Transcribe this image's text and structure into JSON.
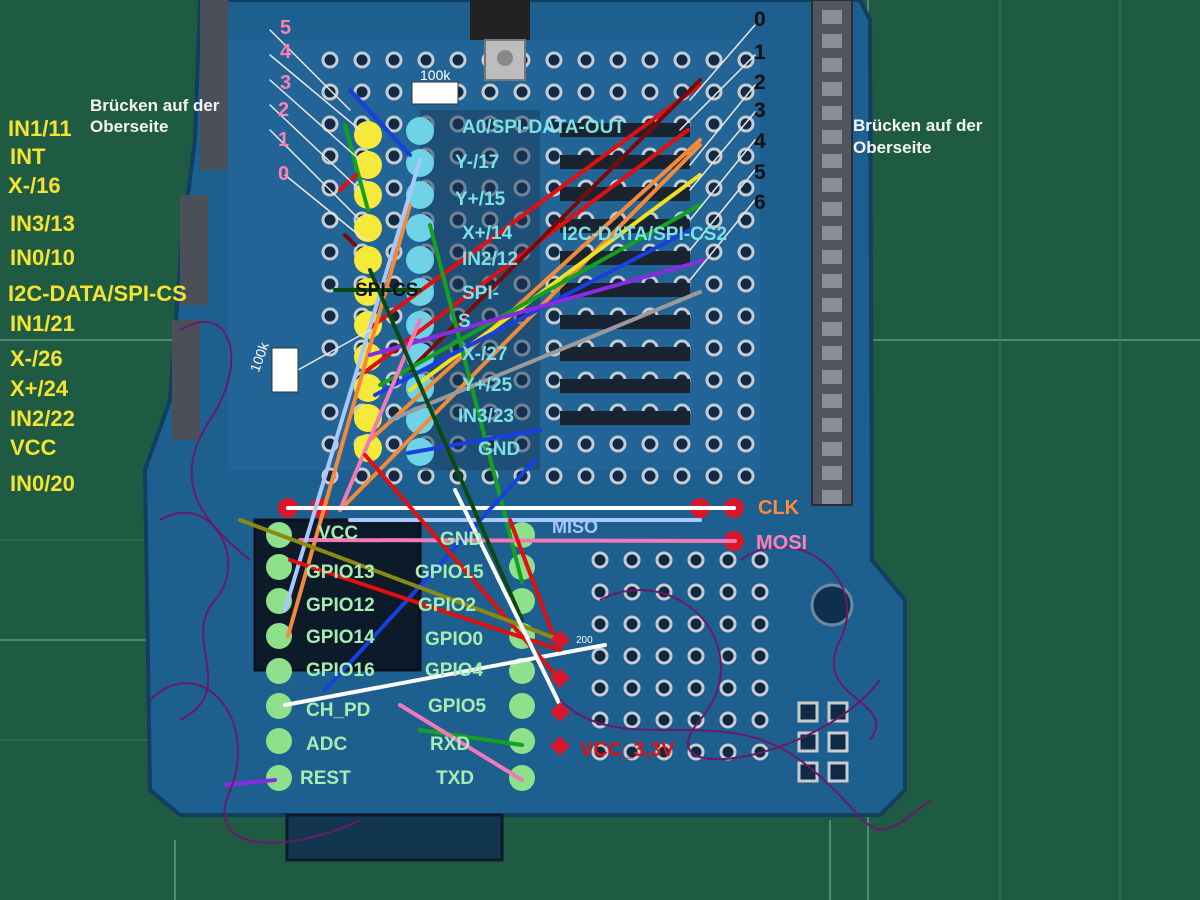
{
  "notes": {
    "left_bridge_line1": "Brücken auf der",
    "left_bridge_line2": "Oberseite",
    "right_bridge_line1": "Brücken auf der",
    "right_bridge_line2": "Oberseite"
  },
  "left_signals": [
    "IN1/11",
    "INT",
    "X-/16",
    "IN3/13",
    "IN0/10",
    "I2C-DATA/SPI-CS",
    "IN1/21",
    "X-/26",
    "X+/24",
    "IN2/22",
    "VCC",
    "IN0/20"
  ],
  "upper_header_labels": [
    "A0/SPI-DATA-OUT",
    "Y-/17",
    "Y+/15",
    "X+/14",
    "IN2/12",
    "SPI-",
    "S",
    "X-/27",
    "Y+/25",
    "IN3/23",
    "GND"
  ],
  "i2c_label": "I2C-DATA/SPI-CS2",
  "spi_cs_label": "SPI-CS",
  "esp_left_labels": [
    "VCC",
    "GPIO13",
    "GPIO12",
    "GPIO14",
    "GPIO16",
    "CH_PD",
    "ADC",
    "REST"
  ],
  "esp_right_labels": [
    "GND",
    "GPIO15",
    "GPIO2",
    "GPIO0",
    "GPIO4",
    "GPIO5",
    "RXD",
    "TXD"
  ],
  "pink_numbers": [
    "5",
    "4",
    "3",
    "2",
    "1",
    "0"
  ],
  "right_numbers": [
    "0",
    "1",
    "2",
    "3",
    "4",
    "5",
    "6"
  ],
  "resistors": [
    "100k",
    "100k"
  ],
  "resistor_small": "200",
  "clk_label": "CLK",
  "mosi_label": "MOSI",
  "miso_label": "MISO",
  "vcc33_label": "VCC_3,3V",
  "colors": {
    "mat": "#1f5a43",
    "board": "#1d5f8e",
    "yellow_pad": "#f5e93a",
    "cyan_pad": "#6fd3e8",
    "green_pad": "#8ee08a",
    "red_pad": "#d8182a",
    "wire_red": "#e01010",
    "wire_green": "#14a020",
    "wire_orange": "#f28a3a",
    "wire_blue": "#1840e0",
    "wire_pink": "#f07ab8",
    "wire_purple": "#8a2be2",
    "wire_gray": "#9a9a9a",
    "wire_white": "#ffffff",
    "wire_yellow": "#f0e020",
    "wire_darkred": "#7a0a0a",
    "wire_olive": "#8a8a10",
    "wire_lightblue": "#a8c8ff",
    "wire_darkgreen": "#0a4a10"
  }
}
